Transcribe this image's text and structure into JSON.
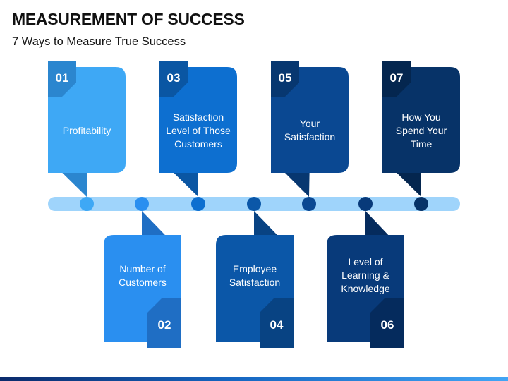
{
  "header": {
    "title": "MEASUREMENT OF SUCCESS",
    "subtitle": "7 Ways to Measure True Success"
  },
  "steps": [
    {
      "number": "01",
      "text": "Profitability",
      "color": "#3ea8f5",
      "dark": "#2b86cf"
    },
    {
      "number": "02",
      "text": "Number of Customers",
      "color": "#2a8ff0",
      "dark": "#1f6ec4"
    },
    {
      "number": "03",
      "text": "Satisfaction Level of Those Customers",
      "color": "#0d6fd0",
      "dark": "#0a56a3"
    },
    {
      "number": "04",
      "text": "Employee Satisfaction",
      "color": "#0b57a8",
      "dark": "#084383"
    },
    {
      "number": "05",
      "text": "Your Satisfaction",
      "color": "#0a4892",
      "dark": "#073770"
    },
    {
      "number": "06",
      "text": "Level of Learning & Knowledge",
      "color": "#083a7a",
      "dark": "#052b5d"
    },
    {
      "number": "07",
      "text": "How You Spend Your Time",
      "color": "#073368",
      "dark": "#04264f"
    }
  ],
  "timeline": {
    "bar_color": "#9fd4fb",
    "dot_colors": [
      "#3ea8f5",
      "#2a8ff0",
      "#0d6fd0",
      "#0b57a8",
      "#0a4892",
      "#083a7a",
      "#073368"
    ]
  }
}
